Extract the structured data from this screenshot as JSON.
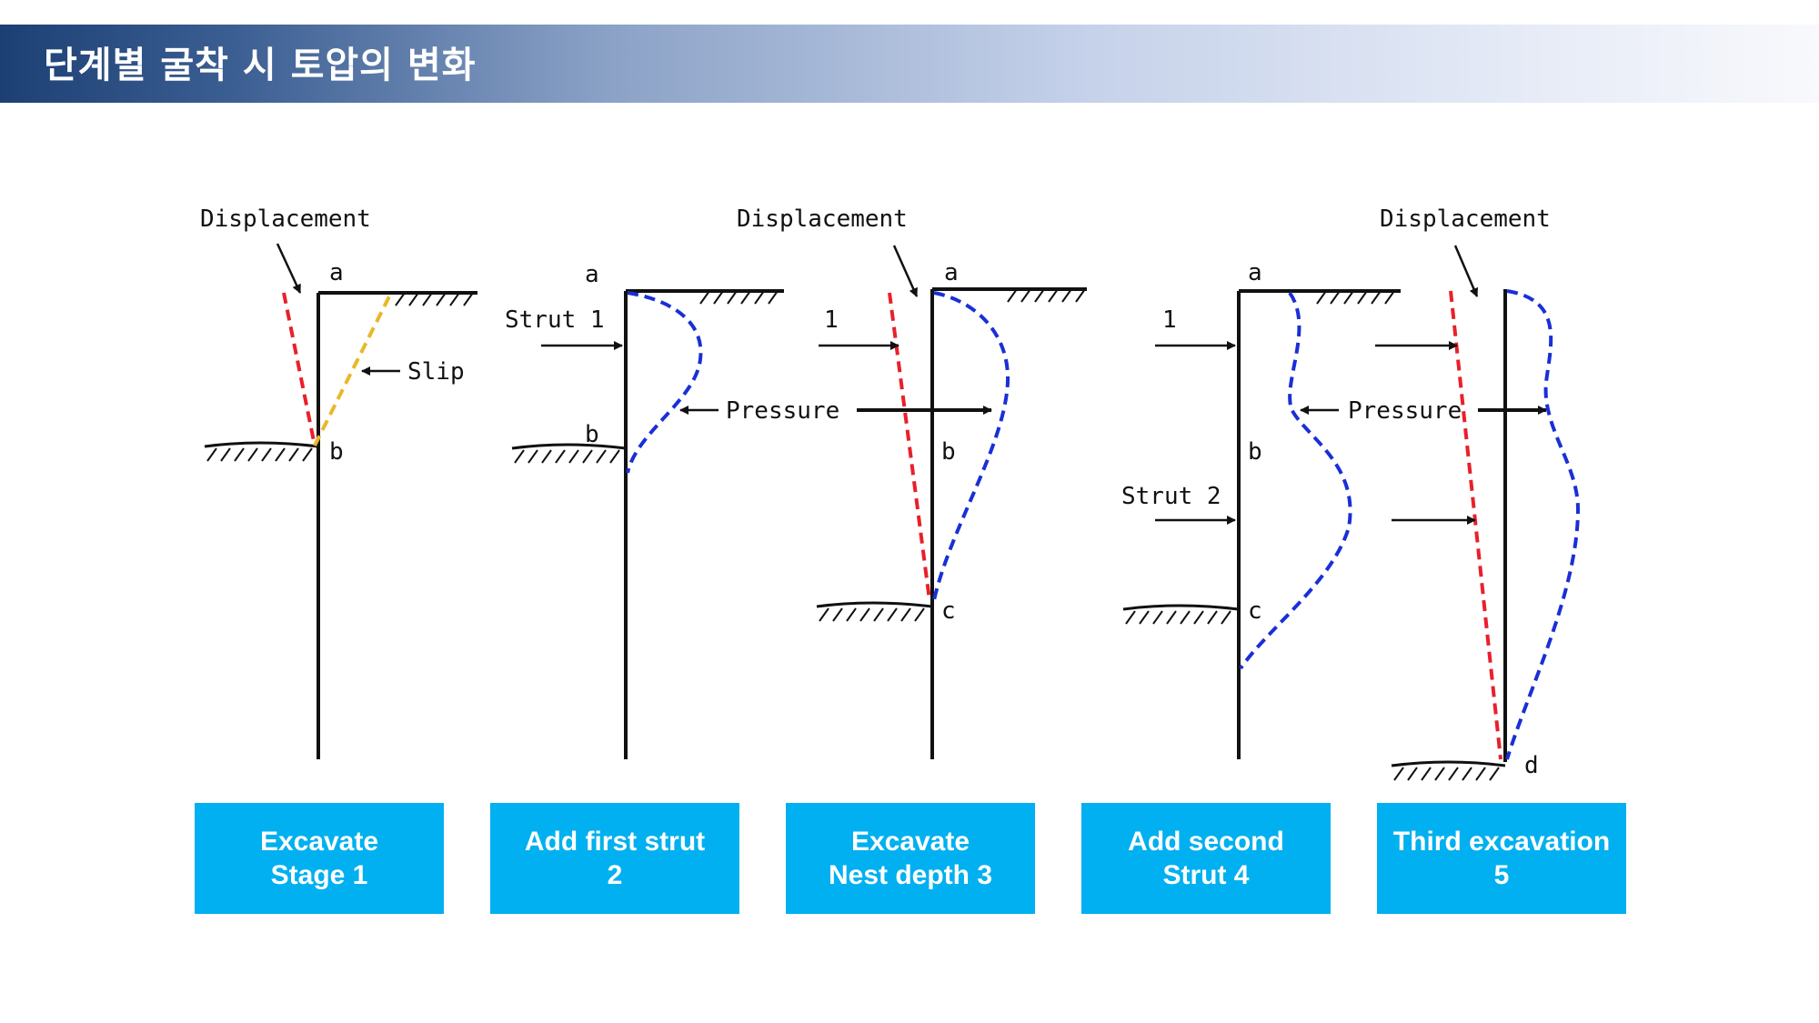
{
  "title": "단계별 굴착 시 토압의 변화",
  "colors": {
    "title_bar_dark": "#1c3f74",
    "displacement": "#e8202a",
    "slip": "#e8b82a",
    "pressure": "#1a2fd6",
    "stage_box": "#00b0f0"
  },
  "labels": {
    "displacement_1": "Displacement",
    "displacement_3": "Displacement",
    "displacement_5": "Displacement",
    "slip": "Slip",
    "strut_1": "Strut 1",
    "strut_2": "Strut 2",
    "one_3": "1",
    "one_4": "1",
    "pressure_2": "Pressure",
    "pressure_4": "Pressure",
    "point_a_1": "a",
    "point_b_1": "b",
    "point_a_2": "a",
    "point_b_2": "b",
    "point_a_3": "a",
    "point_b_3": "b",
    "point_c_3": "c",
    "point_a_4": "a",
    "point_b_4": "b",
    "point_c_4": "c",
    "point_d_5": "d"
  },
  "stages": [
    {
      "line1": "Excavate",
      "line2": "Stage 1"
    },
    {
      "line1": "Add first strut",
      "line2": "2"
    },
    {
      "line1": "Excavate",
      "line2": "Nest depth 3"
    },
    {
      "line1": "Add second",
      "line2": "Strut 4"
    },
    {
      "line1": "Third excavation",
      "line2": "5"
    }
  ]
}
